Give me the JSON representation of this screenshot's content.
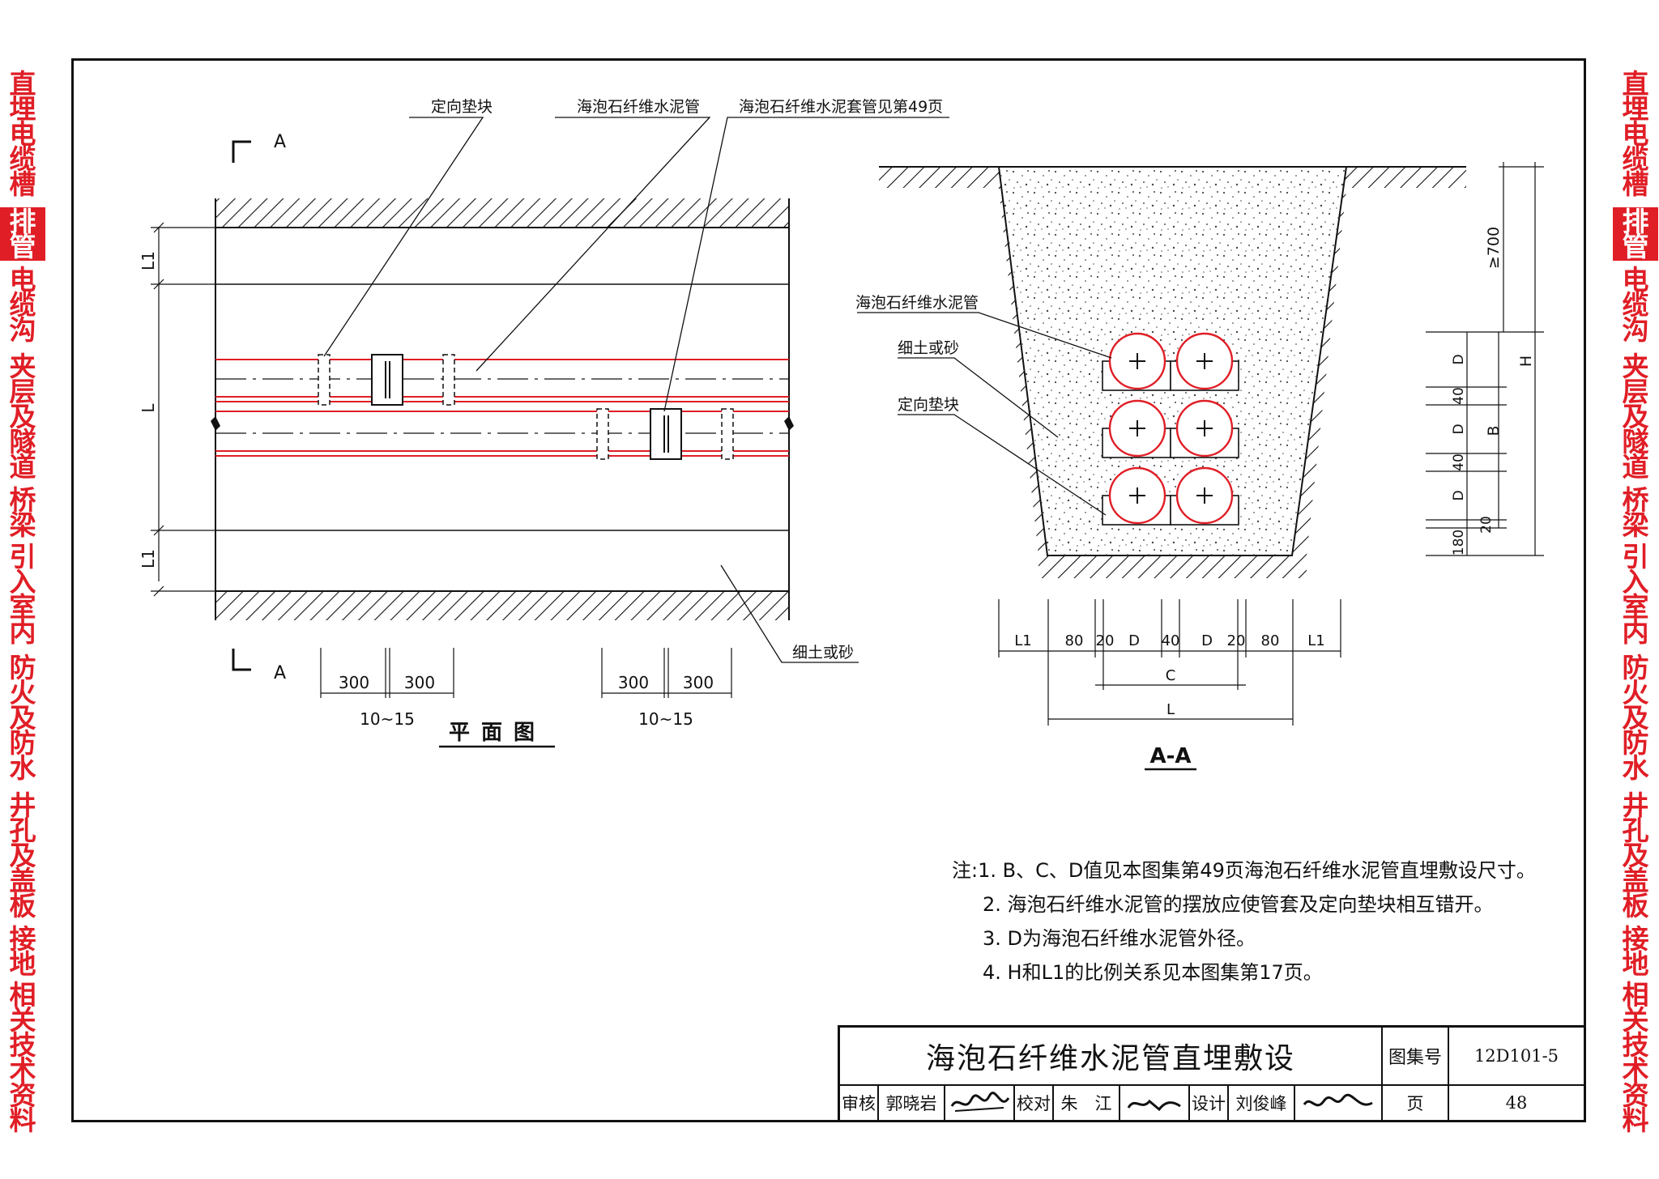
{
  "side_index": {
    "sections": [
      {
        "label": "直埋电缆槽",
        "active": false
      },
      {
        "label": "排管",
        "active": true
      },
      {
        "label": "电缆沟",
        "active": false
      },
      {
        "label": "夹层及隧道",
        "active": false
      },
      {
        "label": "桥梁",
        "active": false
      },
      {
        "label": "引入室内",
        "active": false
      },
      {
        "label": "防火及防水",
        "active": false
      },
      {
        "label": "井孔及盖板",
        "active": false
      },
      {
        "label": "接地",
        "active": false
      },
      {
        "label": "相关技术资料",
        "active": false
      }
    ]
  },
  "plan_view": {
    "title": "平面图",
    "callouts": {
      "block": "定向垫块",
      "pipe": "海泡石纤维水泥管",
      "sleeve": "海泡石纤维水泥套管见第49页",
      "soil": "细土或砂"
    },
    "section_mark": "A",
    "dims": {
      "l1_top": "L1",
      "l": "L",
      "l1_bottom": "L1",
      "seg_a": "300",
      "seg_b": "300",
      "seg_c": "300",
      "seg_d": "300",
      "gap_1": "10~15",
      "gap_2": "10~15"
    }
  },
  "section_view": {
    "title": "A-A",
    "callouts": {
      "pipe": "海泡石纤维水泥管",
      "soil": "细土或砂",
      "block": "定向垫块"
    },
    "dims_right": {
      "min_cover": "≥700",
      "h": "H",
      "b": "B",
      "d1": "D",
      "g1": "40",
      "d2": "D",
      "g2": "40",
      "d3": "D",
      "g3": "20",
      "base": "180"
    },
    "dims_bottom": {
      "l1_left": "L1",
      "w80_left": "80",
      "w20_left": "20",
      "d_left": "D",
      "w40": "40",
      "d_right": "D",
      "w20_right": "20",
      "w80_right": "80",
      "l1_right": "L1",
      "c": "C",
      "l": "L"
    }
  },
  "notes": [
    "注:1. B、C、D值见本图集第49页海泡石纤维水泥管直埋敷设尺寸。",
    "2. 海泡石纤维水泥管的摆放应使管套及定向垫块相互错开。",
    "3. D为海泡石纤维水泥管外径。",
    "4. H和L1的比例关系见本图集第17页。"
  ],
  "title_block": {
    "title": "海泡石纤维水泥管直埋敷设",
    "atlas_no_label": "图集号",
    "atlas_no": "12D101-5",
    "review_label": "审核",
    "reviewer": "郭晓岩",
    "check_label": "校对",
    "checker": "朱　江",
    "design_label": "设计",
    "designer": "刘俊峰",
    "page_label": "页",
    "page": "48"
  },
  "colors": {
    "accent_red": "#e01e26",
    "line": "#111111"
  }
}
